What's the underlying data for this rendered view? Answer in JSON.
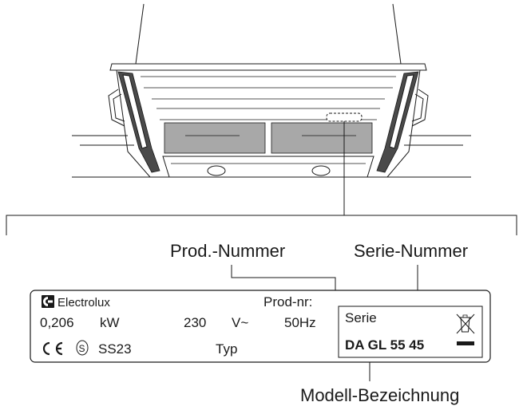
{
  "callouts": {
    "prod_number": "Prod.-Nummer",
    "serial_number": "Serie-Nummer",
    "model_designation": "Modell-Bezeichnung"
  },
  "rating_plate": {
    "brand": "Electrolux",
    "prod_nr_label": "Prod-nr:",
    "power_value": "0,206",
    "power_unit": "kW",
    "voltage_value": "230",
    "voltage_unit": "V~",
    "frequency": "50Hz",
    "approval_code": "SS23",
    "type_label": "Typ",
    "ce_mark": "CE",
    "semko_mark": "S",
    "serie_label": "Serie",
    "model": "DA GL 55 45"
  },
  "icons": {
    "brand_logo": "electrolux-logo-icon",
    "weee": "crossed-out-bin-icon"
  }
}
